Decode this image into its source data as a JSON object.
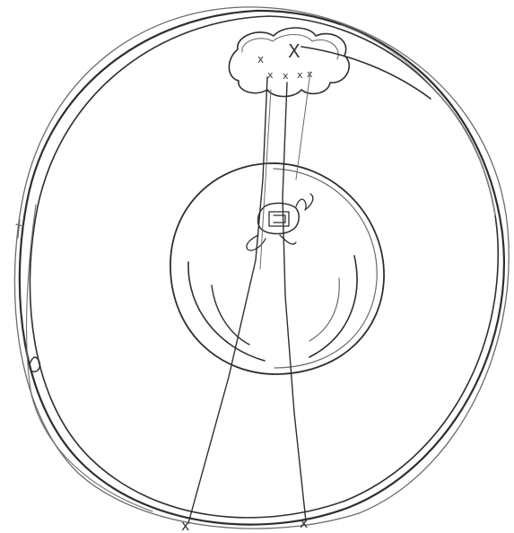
{
  "drawing": {
    "medium": "pencil sketch",
    "stroke_color": "#2f2f2f",
    "background_color": "#ffffff",
    "markers": {
      "cloud_large": "X",
      "cloud_small": [
        "x",
        "x",
        "x",
        "x",
        "x"
      ],
      "bottom": [
        "x",
        "x"
      ]
    }
  }
}
